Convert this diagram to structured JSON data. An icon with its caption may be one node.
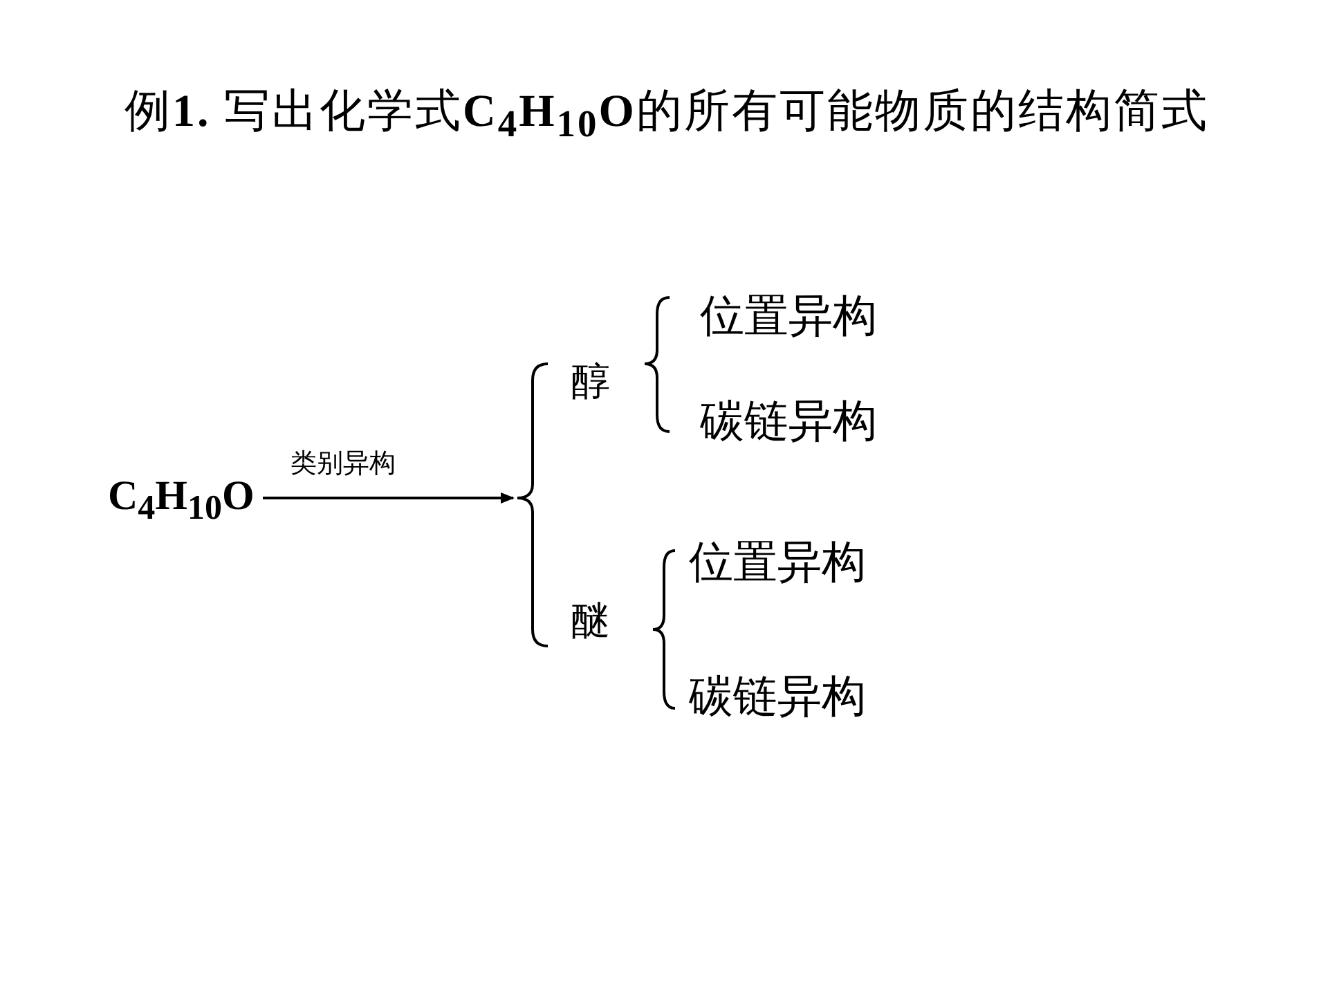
{
  "diagram": {
    "title": "例**1.** 写出化学式**C$_{4}$H$_{10}$O**的所有可能物质的结构简式",
    "nodes": [
      {
        "text": [
          "C$_{4}$H$_{10}$O"
        ]
      },
      {
        "text": [
          "醇"
        ]
      },
      {
        "text": [
          "醚"
        ]
      },
      {
        "text": [
          "位置异构"
        ]
      },
      {
        "text": [
          "碳链异构"
        ]
      },
      {
        "text": [
          "位置异构"
        ]
      },
      {
        "text": [
          "碳链异构"
        ]
      },
      {
        "text": [],
        "shape": "brace"
      },
      {
        "text": [],
        "shape": "brace"
      },
      {
        "text": [],
        "shape": "brace"
      }
    ],
    "edges": [
      {
        "from": 0,
        "to": 7,
        "arrow": "to",
        "label": "类别异构"
      }
    ]
  }
}
